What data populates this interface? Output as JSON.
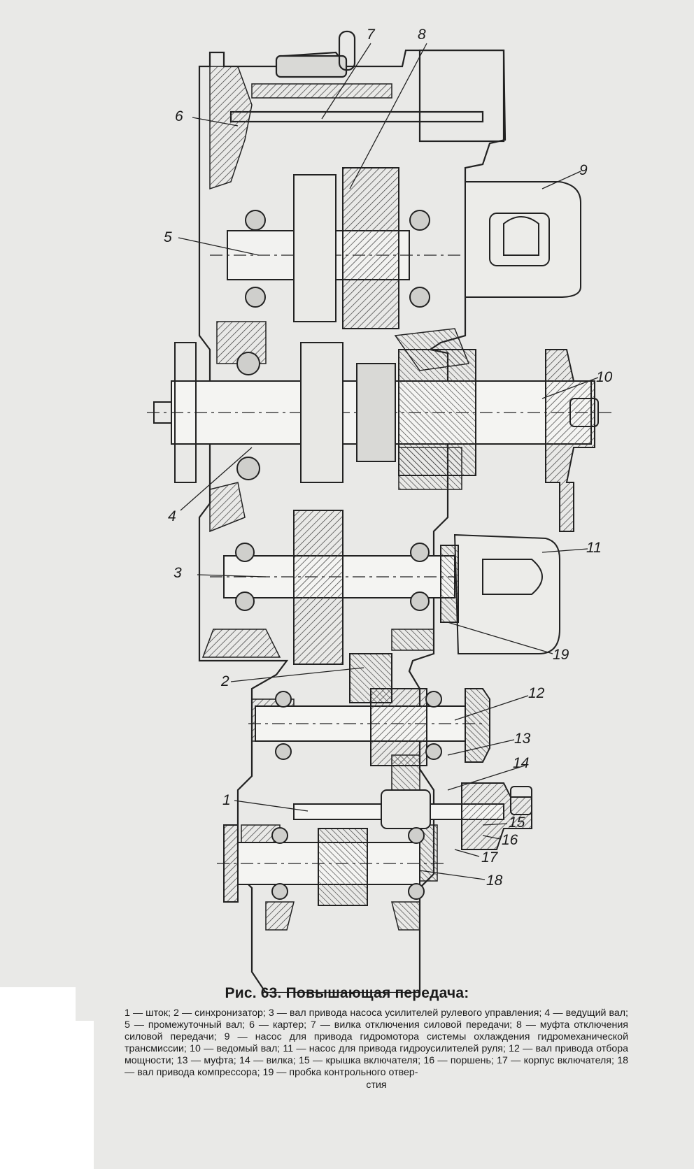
{
  "figure": {
    "callouts": [
      "1",
      "2",
      "3",
      "4",
      "5",
      "6",
      "7",
      "8",
      "9",
      "10",
      "11",
      "12",
      "13",
      "14",
      "15",
      "16",
      "17",
      "18",
      "19"
    ],
    "caption_title": "Рис. 63. Повышающая передача:",
    "caption_body": "1 — шток; 2 — синхронизатор; 3 — вал привода насоса усилителей рулевого управления; 4 — ведущий вал; 5 — промежуточный вал; 6 — картер; 7 — вилка отключения силовой передачи; 8 — муфта отключения силовой передачи; 9 — насос для привода гидромотора системы охлаждения гидромеханической трансмиссии; 10 — ведомый вал; 11 — насос для привода гидроусилителей руля; 12 — вал привода отбора мощности; 13 — муфта; 14 — вилка; 15 — крышка включателя; 16 — поршень; 17 — корпус включателя; 18 — вал привода компрессора; 19 — пробка контрольного отвер-",
    "caption_last": "стия"
  }
}
